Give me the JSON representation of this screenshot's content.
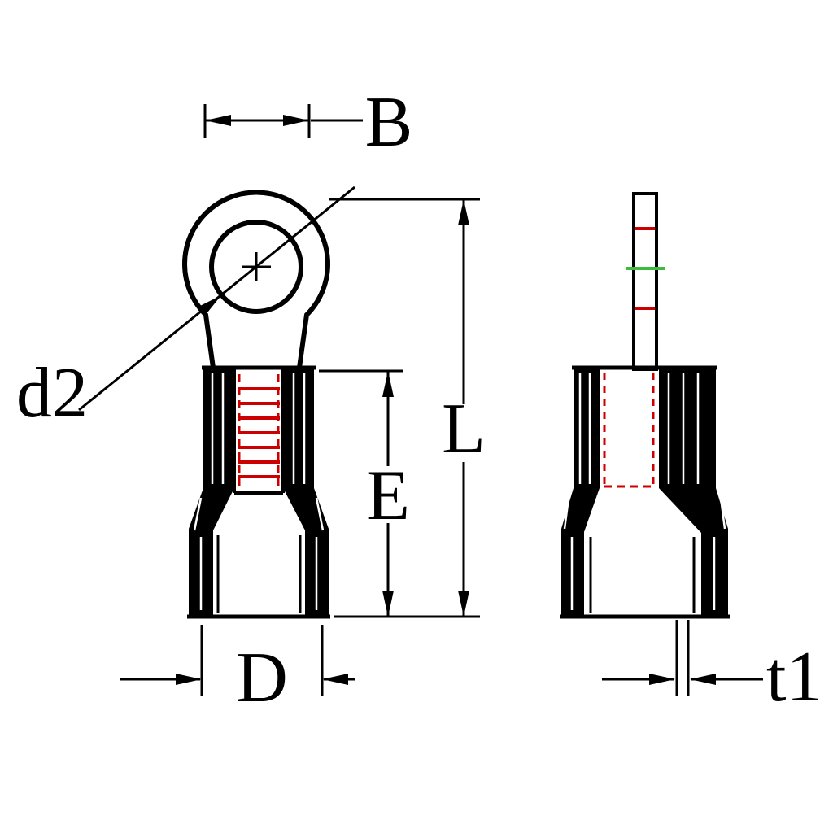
{
  "drawing": {
    "labels": {
      "b": "B",
      "d2": "d2",
      "l": "L",
      "e": "E",
      "d": "D",
      "t1": "t1"
    },
    "colors": {
      "outline": "#000000",
      "serration_red": "#cc0000",
      "strip_green": "#3dbb3d",
      "background": "#ffffff"
    }
  }
}
